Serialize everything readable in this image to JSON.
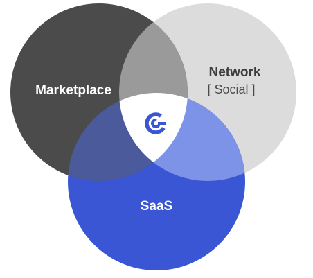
{
  "diagram": {
    "circles": {
      "marketplace": {
        "label": "Marketplace",
        "color": "#4b4b4b"
      },
      "network": {
        "label": "Network",
        "sublabel": "[ Social ]",
        "color": "#dcdcdc"
      },
      "saas": {
        "label": "SaaS",
        "color": "#3a56d4"
      }
    },
    "overlaps": {
      "marketplace_network": "#9a9a9a",
      "marketplace_saas": "#4a5a9a",
      "network_saas": "#7d93e8",
      "center": "#ffffff"
    },
    "center_icon": "brand-logo-icon",
    "accent_color": "#3a56d4"
  }
}
